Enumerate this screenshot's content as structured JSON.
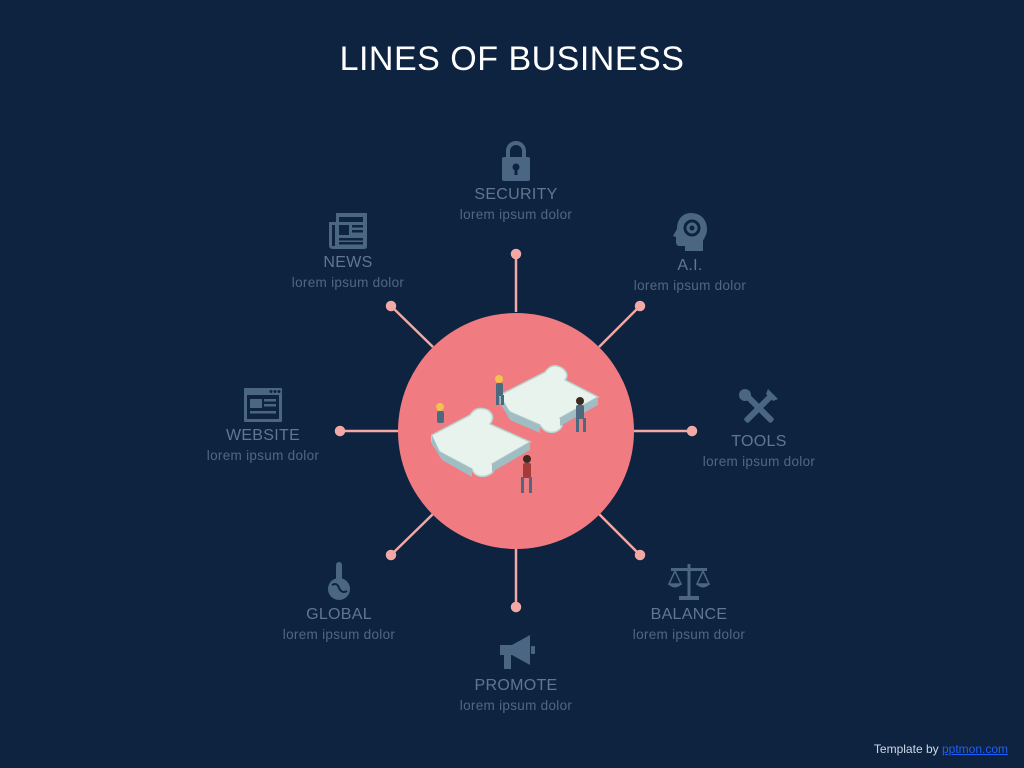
{
  "title": "LINES OF BUSINESS",
  "colors": {
    "background": "#0e2340",
    "hub": "#f07b80",
    "connector": "#f2a8a4",
    "icon": "#4a6683",
    "label": "#5f7791"
  },
  "hub": {
    "icon": "puzzle-teamwork-illustration"
  },
  "nodes": [
    {
      "key": "security",
      "label": "SECURITY",
      "sub": "lorem ipsum dolor",
      "icon": "lock-icon"
    },
    {
      "key": "ai",
      "label": "A.I.",
      "sub": "lorem ipsum dolor",
      "icon": "head-gear-icon"
    },
    {
      "key": "tools",
      "label": "TOOLS",
      "sub": "lorem ipsum dolor",
      "icon": "tools-icon"
    },
    {
      "key": "balance",
      "label": "BALANCE",
      "sub": "lorem ipsum dolor",
      "icon": "scales-icon"
    },
    {
      "key": "promote",
      "label": "PROMOTE",
      "sub": "lorem ipsum dolor",
      "icon": "megaphone-icon"
    },
    {
      "key": "global",
      "label": "GLOBAL",
      "sub": "lorem ipsum dolor",
      "icon": "globe-icon"
    },
    {
      "key": "website",
      "label": "WEBSITE",
      "sub": "lorem ipsum dolor",
      "icon": "browser-window-icon"
    },
    {
      "key": "news",
      "label": "NEWS",
      "sub": "lorem ipsum dolor",
      "icon": "newspaper-icon"
    }
  ],
  "footer": {
    "prefix": "Template by ",
    "link_text": "pptmon.com"
  }
}
